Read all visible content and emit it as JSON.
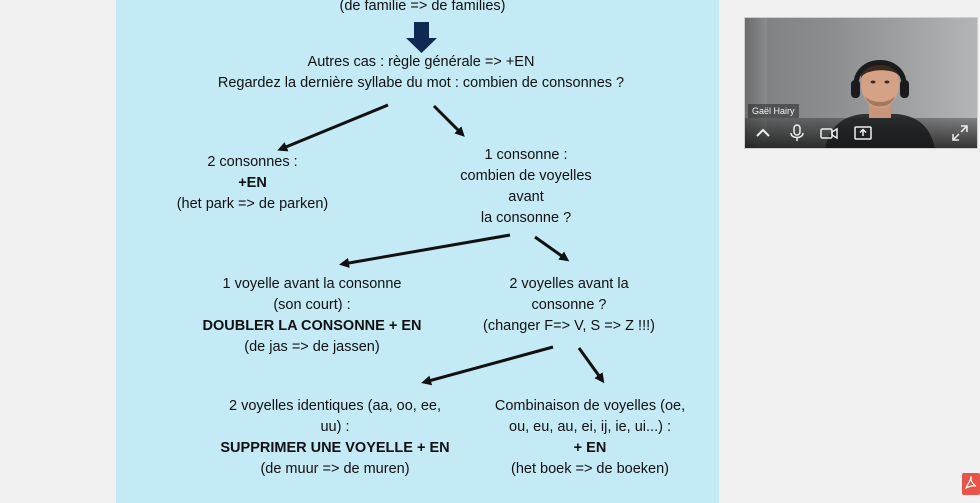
{
  "slide": {
    "top_line": "(de familie => de families)",
    "intro": {
      "line1": "Autres cas : règle générale => +EN",
      "line2": "Regardez la dernière syllabe du mot : combien de consonnes ?"
    },
    "two_consonants": {
      "line1": "2 consonnes :",
      "line2": "+EN",
      "line3": "(het park => de parken)"
    },
    "one_consonant": {
      "line1": "1 consonne :",
      "line2": "combien de voyelles",
      "line3": "avant",
      "line4": "la consonne ?"
    },
    "one_vowel": {
      "line1": "1 voyelle avant la consonne",
      "line2": "(son court) :",
      "line3": "DOUBLER LA CONSONNE + EN",
      "line4": "(de jas => de jassen)"
    },
    "two_vowels": {
      "line1": "2 voyelles avant la",
      "line2": "consonne ?",
      "line3": "(changer F=> V, S => Z !!!)"
    },
    "identical_vowels": {
      "line1": "2 voyelles identiques (aa, oo, ee,",
      "line2": "uu) :",
      "line3": "SUPPRIMER UNE VOYELLE + EN",
      "line4": "(de muur => de muren)"
    },
    "vowel_combination": {
      "line1": "Combinaison de voyelles (oe,",
      "line2": "ou, eu, au, ei, ij, ie, ui...) :",
      "line3": "+ EN",
      "line4": "(het boek => de boeken)"
    }
  },
  "video": {
    "participant_name": "Gaël Hairy",
    "controls": [
      "chevron-up-icon",
      "microphone-icon",
      "camera-icon",
      "share-screen-icon",
      "expand-icon"
    ]
  },
  "colors": {
    "slide_bg": "#c4eaf6",
    "page_bg": "#f1f1f1",
    "big_arrow": "#0f2a52",
    "pdf_icon": "#e8534a"
  }
}
